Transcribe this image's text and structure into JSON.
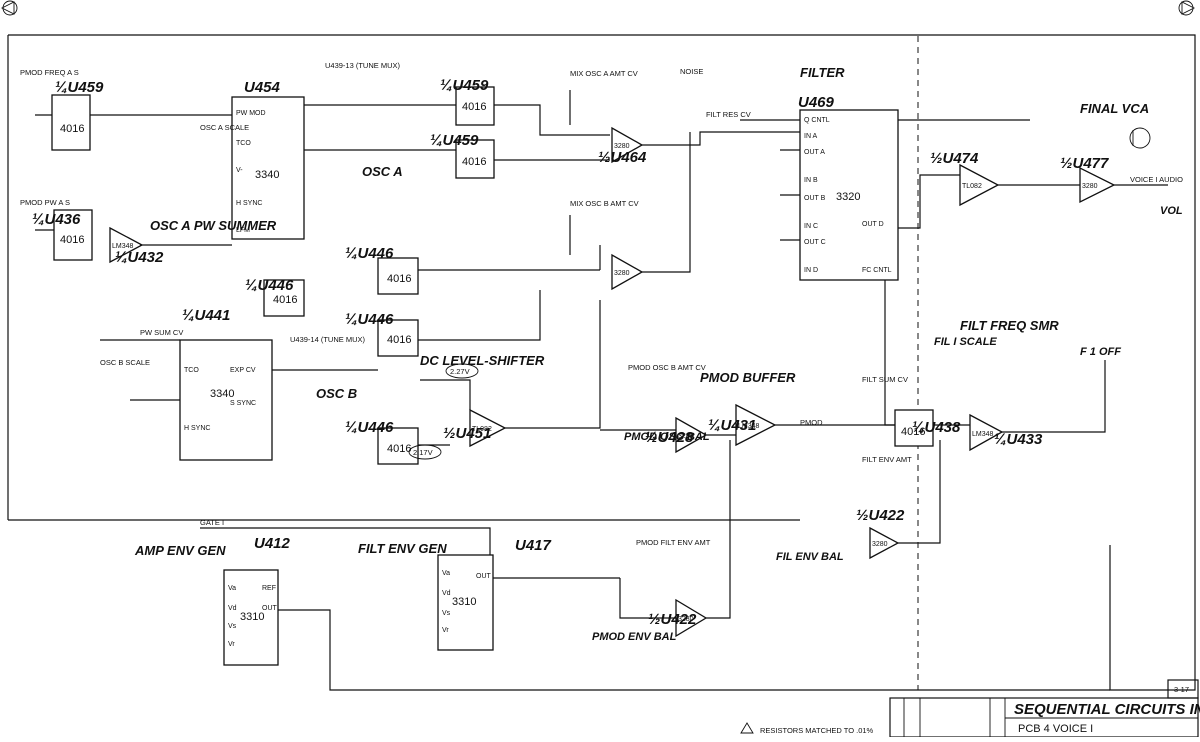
{
  "sheet": {
    "title_block": {
      "company": "SEQUENTIAL CIRCUITS INC",
      "title": "PCB 4   VOICE  I",
      "sheet_number": "3-17",
      "note": "RESISTORS MATCHED TO .01%"
    },
    "sections": {
      "filter": "FILTER",
      "osc_a": "OSC  A",
      "osc_b": "OSC  B",
      "final_vca": "FINAL VCA",
      "filt_freq_smr": "FILT FREQ SMR",
      "dc_level_shifter": "DC LEVEL-SHIFTER",
      "pmod_buffer": "PMOD BUFFER",
      "amp_env_gen": "AMP ENV GEN",
      "filt_env_gen": "FILT ENV GEN",
      "osc_a_pw_summer": "OSC A PW SUMMER"
    },
    "ics": [
      {
        "ref": "U454",
        "type": "3340"
      },
      {
        "ref": "U441",
        "type": "3340"
      },
      {
        "ref": "U469",
        "type": "3320"
      },
      {
        "ref": "U412",
        "type": "3310"
      },
      {
        "ref": "U417",
        "type": "3310"
      },
      {
        "ref": "U459",
        "type": "4016"
      },
      {
        "ref": "U436",
        "type": "4016"
      },
      {
        "ref": "U446",
        "type": "4016"
      },
      {
        "ref": "U438",
        "type": "4016"
      },
      {
        "ref": "U432",
        "type": "LM348"
      },
      {
        "ref": "U433",
        "type": "LM348"
      },
      {
        "ref": "U431",
        "type": "LM348"
      },
      {
        "ref": "U451",
        "type": "TL082"
      },
      {
        "ref": "U474",
        "type": "TL082"
      },
      {
        "ref": "U464",
        "type": "3280"
      },
      {
        "ref": "U428",
        "type": "3280"
      },
      {
        "ref": "U422",
        "type": "3280"
      },
      {
        "ref": "U477",
        "type": "3280"
      }
    ],
    "labels": {
      "tune_mux_a": "U439-13 (TUNE MUX)",
      "tune_mux_b": "U439-14 (TUNE MUX)",
      "noise": "NOISE",
      "osc_a_scale": "OSC A SCALE",
      "osc_b_scale": "OSC B SCALE",
      "pmod_osc_bal": "PMOD OSC BAL",
      "pmod_env_bal": "PMOD ENV BAL",
      "fil_env_bal": "FIL ENV BAL",
      "fil_scale": "FIL I SCALE",
      "vol": "VOL",
      "f1_off": "F 1 OFF",
      "filt_res_cv": "FILT RES CV",
      "mix_osc_a": "MIX OSC A AMT CV",
      "mix_osc_b": "MIX OSC B AMT CV",
      "pmod_osc_b_amt": "PMOD OSC B AMT CV",
      "pmod_filt_env_amt": "PMOD FILT ENV AMT",
      "filt_env_amt": "FILT ENV AMT",
      "filt_sum_cv": "FILT SUM CV",
      "pw_sum_cv": "PW SUM CV",
      "pmod_freq_a_s": "PMOD FREQ A S",
      "pmod_pw_a_s": "PMOD PW A S",
      "gate": "GATE I",
      "voice_audio": "VOICE I AUDIO",
      "pmod": "PMOD",
      "v227": "2.27V",
      "v217": "2.17V"
    },
    "corner_marks": [
      "left-triangle-icon",
      "right-triangle-icon"
    ]
  }
}
